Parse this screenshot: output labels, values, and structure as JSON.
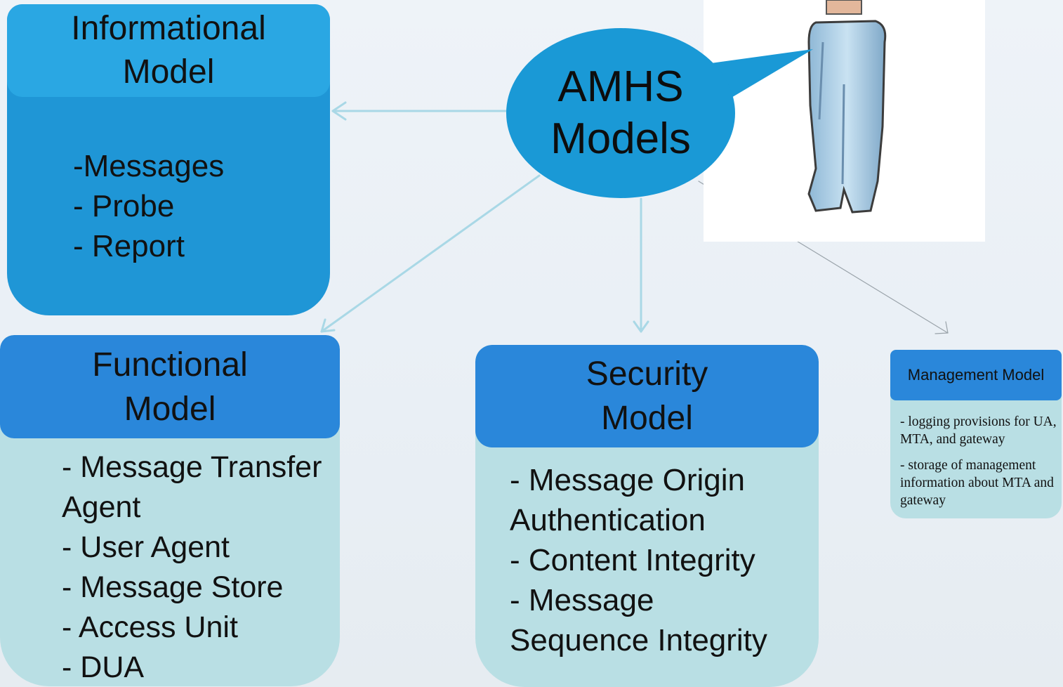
{
  "center": {
    "lines": [
      "AMHS",
      "Models"
    ]
  },
  "informational": {
    "title": [
      "Informational",
      "Model"
    ],
    "items": [
      "-Messages",
      "- Probe",
      "- Report"
    ]
  },
  "functional": {
    "title": [
      "Functional",
      "Model"
    ],
    "items": [
      "- Message Transfer",
      "Agent",
      "- User Agent",
      "- Message Store",
      "- Access Unit",
      "- DUA"
    ]
  },
  "security": {
    "title": [
      "Security",
      "Model"
    ],
    "items": [
      "- Message Origin",
      "Authentication",
      "- Content Integrity",
      "- Message",
      "Sequence Integrity"
    ]
  },
  "management": {
    "title": "Management Model",
    "items": [
      "- logging provisions for UA, MTA, and gateway",
      "- storage of management information about MTA and gateway"
    ]
  },
  "colors": {
    "header_blue": "#2a87da",
    "info_blue": "#1f96d6",
    "body_teal": "#b9dfe4",
    "ellipse_blue": "#1a99d6"
  }
}
